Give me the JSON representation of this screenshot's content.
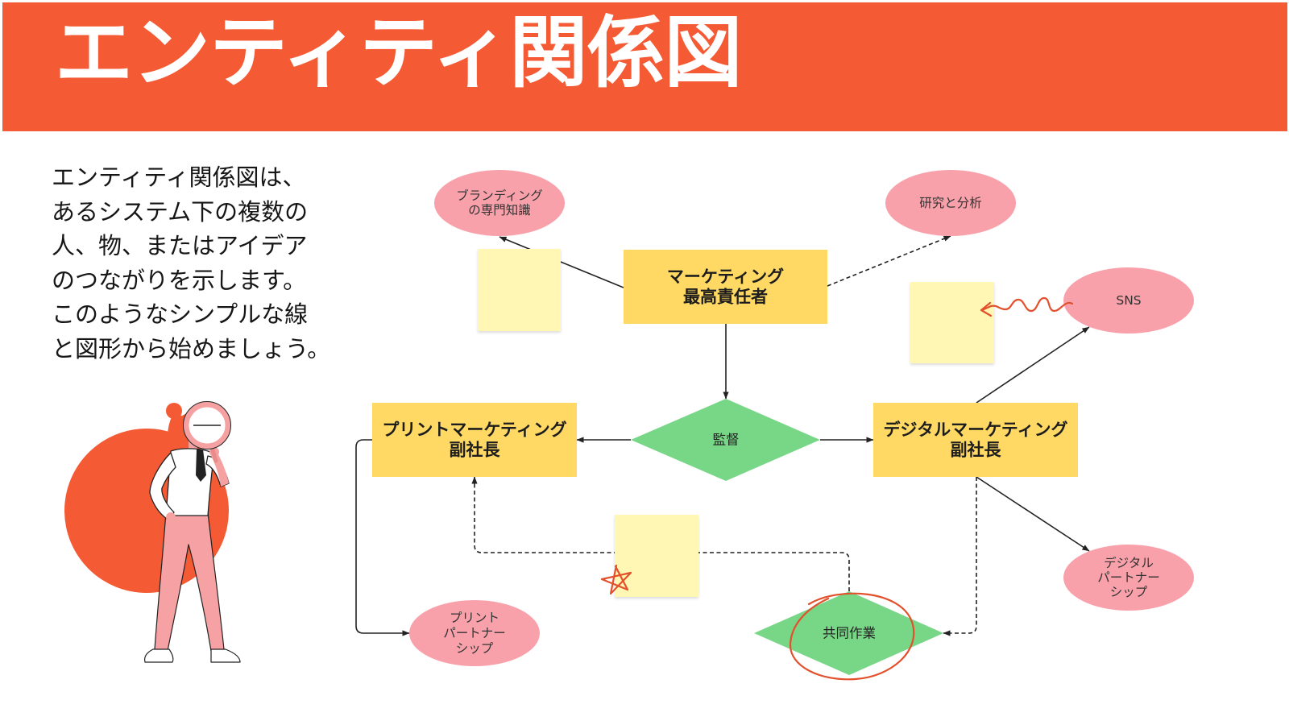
{
  "colors": {
    "accent": "#F45B35",
    "entity": "#FFD964",
    "relationship": "#78D687",
    "attribute": "#F8A1AA",
    "sticky_note": "#FFF7B3",
    "annotation": "#E2502C",
    "line": "#222222"
  },
  "header": {
    "title": "エンティティ関係図"
  },
  "intro": {
    "lines": [
      "エンティティ関係図は、",
      "あるシステム下の複数の",
      "人、物、またはアイデア",
      "のつながりを示します。",
      "このようなシンプルな線",
      "と図形から始めましょう。"
    ]
  },
  "diagram": {
    "entities": {
      "chief_marketing_officer": [
        "マーケティング",
        "最高責任者"
      ],
      "print_marketing_vp": [
        "プリントマーケティング",
        "副社長"
      ],
      "digital_marketing_vp": [
        "デジタルマーケティング",
        "副社長"
      ]
    },
    "relationships": {
      "oversight": "監督",
      "collaboration": "共同作業"
    },
    "attributes": {
      "branding_expertise": [
        "ブランディング",
        "の専門知識"
      ],
      "research_and_analysis": "研究と分析",
      "sns": "SNS",
      "digital_partnership": [
        "デジタル",
        "パートナー",
        "シップ"
      ],
      "print_partnership": [
        "プリント",
        "パートナー",
        "シップ"
      ]
    }
  }
}
